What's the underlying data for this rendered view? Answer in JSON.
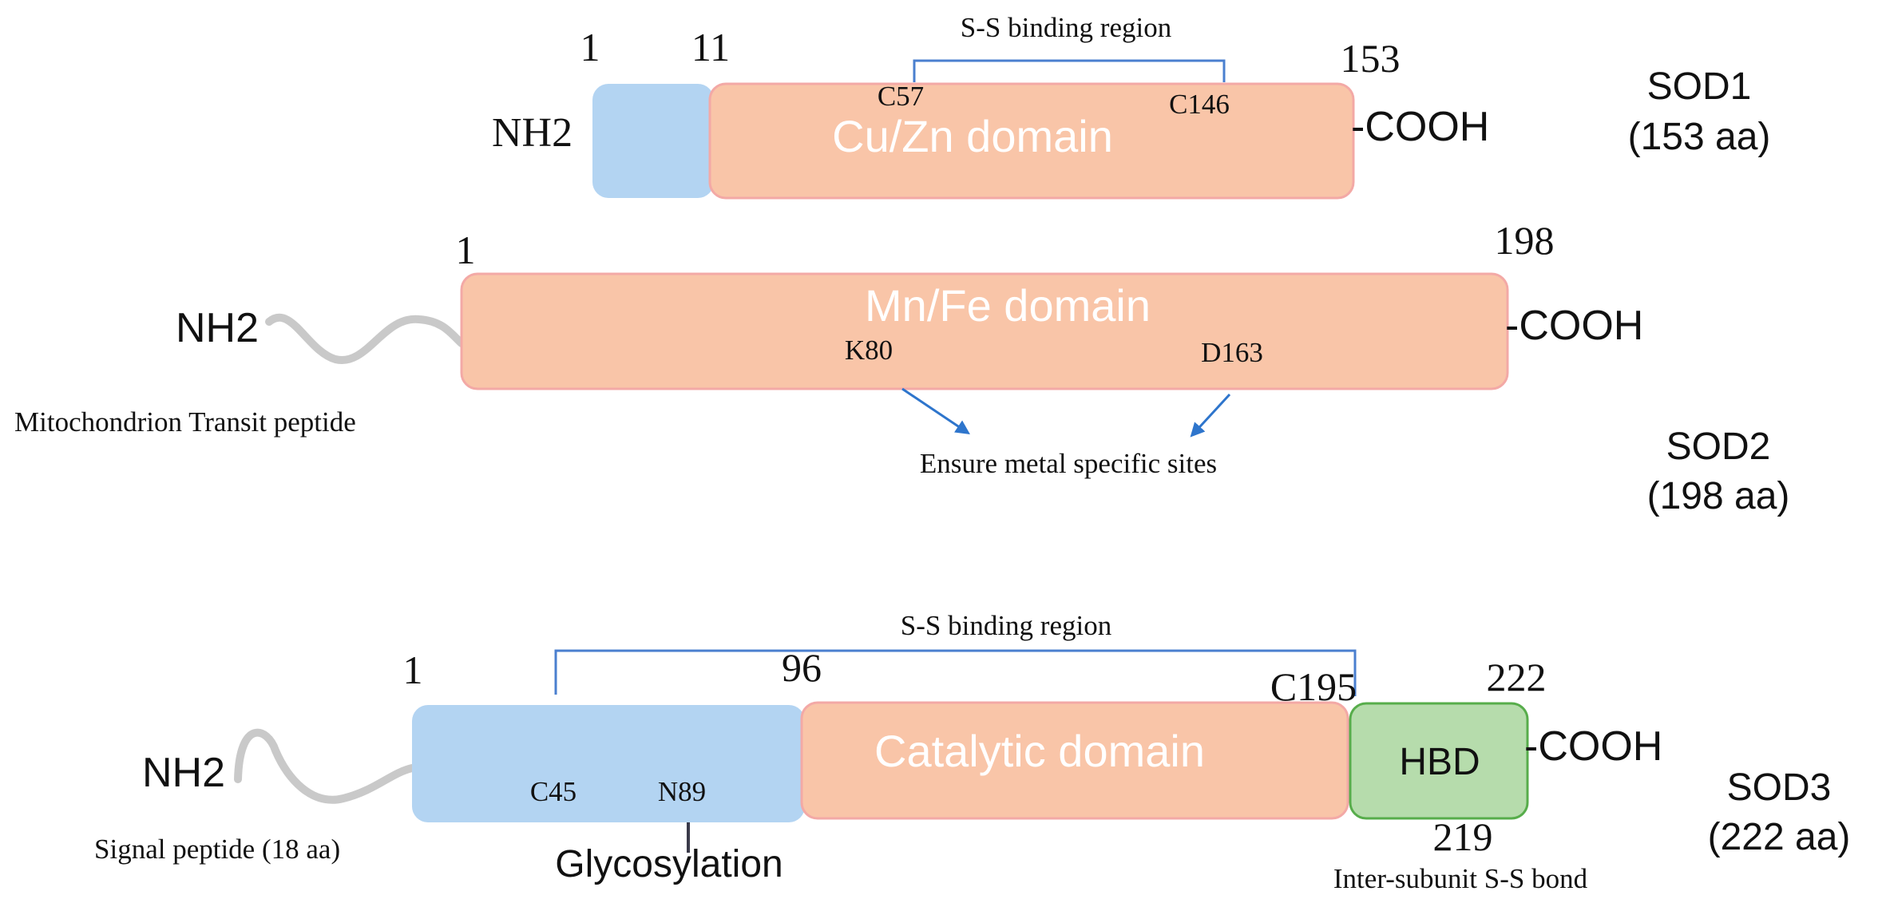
{
  "sod1": {
    "pos_start": "1",
    "pos_11": "11",
    "pos_end": "153",
    "nh2": "NH2",
    "cooh": "-COOH",
    "domain": "Cu/Zn domain",
    "ss_region": "S-S binding region",
    "c57": "C57",
    "c146": "C146",
    "name": "SOD1",
    "length": "(153 aa)"
  },
  "sod2": {
    "pos_start": "1",
    "pos_end": "198",
    "nh2": "NH2",
    "cooh": "-COOH",
    "domain": "Mn/Fe domain",
    "k80": "K80",
    "d163": "D163",
    "transit": "Mitochondrion Transit peptide",
    "metal_sites": "Ensure metal specific sites",
    "name": "SOD2",
    "length": "(198 aa)"
  },
  "sod3": {
    "pos_start": "1",
    "pos_96": "96",
    "pos_c195": "C195",
    "pos_end": "222",
    "pos_219": "219",
    "nh2": "NH2",
    "cooh": "-COOH",
    "domain": "Catalytic domain",
    "hbd": "HBD",
    "ss_region": "S-S binding region",
    "c45": "C45",
    "n89": "N89",
    "signal": "Signal peptide (18 aa)",
    "glyco": "Glycosylation",
    "inter": "Inter-subunit S-S bond",
    "name": "SOD3",
    "length": "(222 aa)"
  },
  "colors": {
    "blue_box": "#b3d4f2",
    "salmon_box": "#f9c5a8",
    "salmon_border": "#f3a9a6",
    "green_box": "#b6dcac",
    "green_border": "#57ad4b",
    "bracket": "#4a7fcf",
    "arrow": "#2e75cc",
    "tail": "#c9c9c9"
  }
}
